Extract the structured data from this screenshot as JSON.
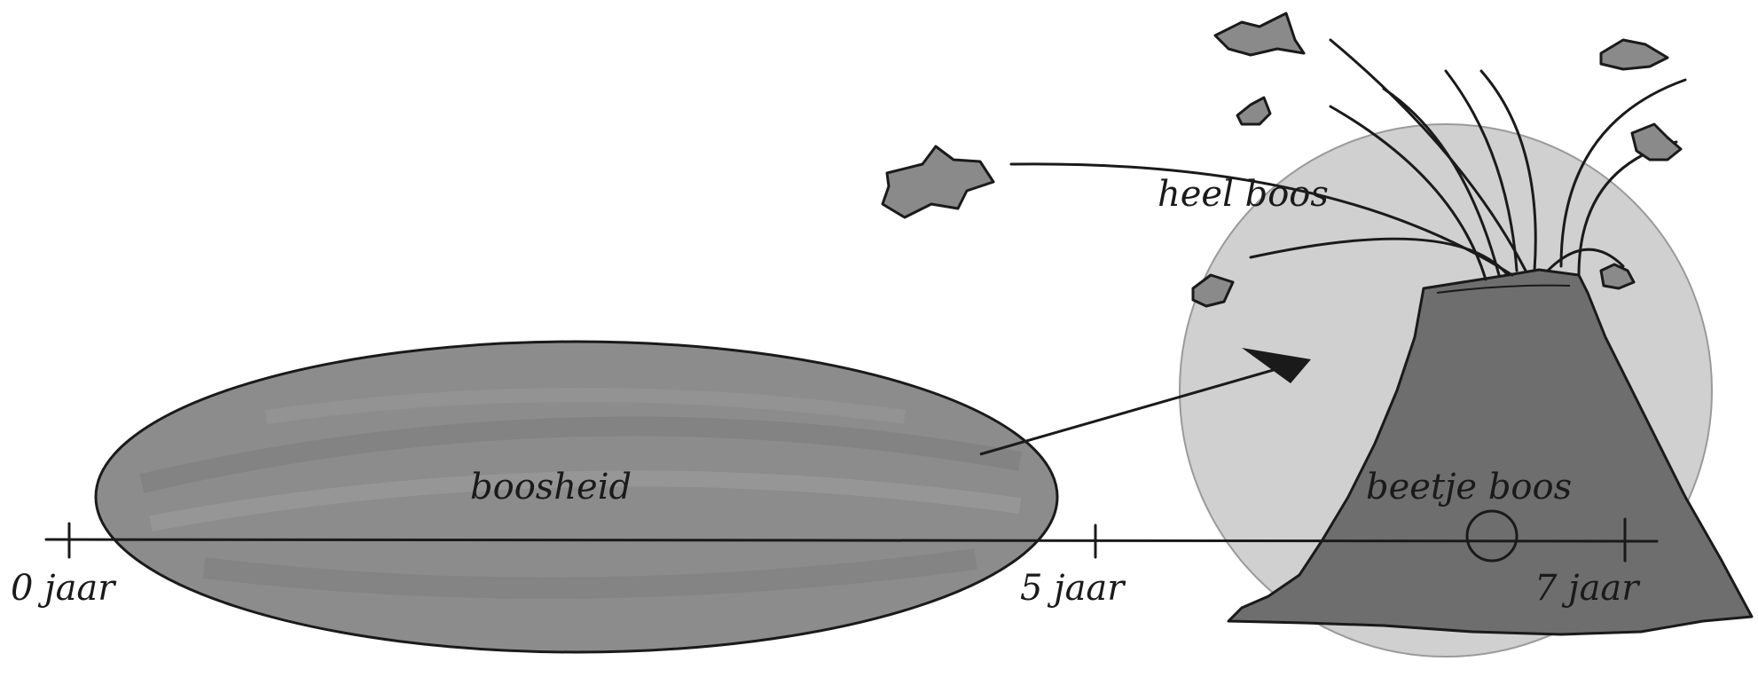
{
  "labels": {
    "emotion": "boosheid",
    "very_angry": "heel boos",
    "little_angry": "beetje boos"
  },
  "timeline": {
    "ticks": [
      "0 jaar",
      "5 jaar",
      "7 jaar"
    ]
  },
  "colors": {
    "ink": "#1a1a1a",
    "ellipse_fill": "#8c8c8c",
    "volcano_fill": "#6e6e6e",
    "circle_fill": "#c8c8c8",
    "rock_fill": "#8a8a8a"
  }
}
